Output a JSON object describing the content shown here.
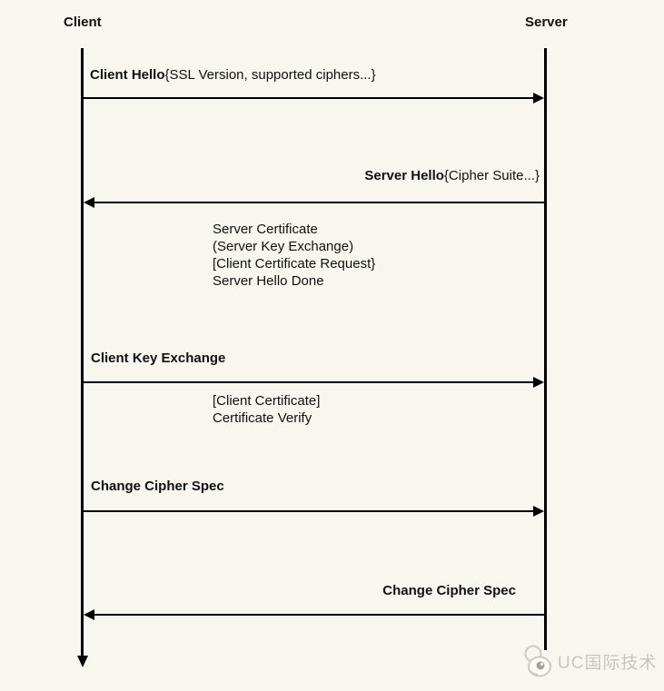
{
  "diagram": {
    "actors": {
      "client": "Client",
      "server": "Server"
    },
    "messages": [
      {
        "bold": "Client Hello",
        "rest": "{SSL Version, supported ciphers...}",
        "from": "client",
        "to": "server"
      },
      {
        "bold": "Server Hello",
        "rest": "{Cipher Suite...}",
        "from": "server",
        "to": "client"
      },
      {
        "bold": "Client Key Exchange",
        "rest": "",
        "from": "client",
        "to": "server"
      },
      {
        "bold": "Change Cipher Spec",
        "rest": "",
        "from": "client",
        "to": "server"
      },
      {
        "bold": "Change Cipher Spec",
        "rest": "",
        "from": "server",
        "to": "client"
      }
    ],
    "notes": [
      {
        "lines": [
          "Server Certificate",
          "(Server Key Exchange)",
          "[Client Certificate Request}",
          "Server Hello Done"
        ]
      },
      {
        "lines": [
          "[Client Certificate]",
          "Certificate Verify"
        ]
      }
    ],
    "colors": {
      "background": "#f8f6ef",
      "line": "#000000",
      "text": "#111111"
    }
  },
  "watermark": {
    "text": "UC国际技术",
    "icon": "chat-mascot-icon",
    "color": "#c6c3ba"
  }
}
